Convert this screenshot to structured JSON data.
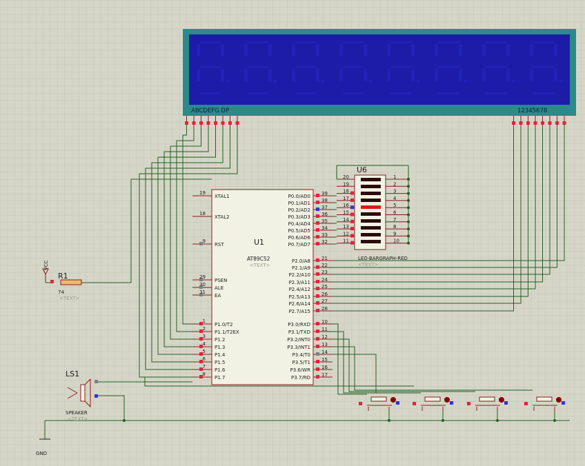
{
  "display": {
    "segment_label": "ABCDEFG  DP",
    "digit_label": "12345678",
    "digit_count": 8
  },
  "mcu": {
    "designator": "U1",
    "part": "AT89C52",
    "text_placeholder": "<TEXT>",
    "left_pins": [
      {
        "num": "19",
        "name": "XTAL1"
      },
      {
        "num": "18",
        "name": "XTAL2"
      },
      {
        "num": "9",
        "name": "RST"
      },
      {
        "num": "29",
        "name": "PSEN"
      },
      {
        "num": "30",
        "name": "ALE"
      },
      {
        "num": "31",
        "name": "EA"
      },
      {
        "num": "1",
        "name": "P1.0/T2"
      },
      {
        "num": "2",
        "name": "P1.1/T2EX"
      },
      {
        "num": "3",
        "name": "P1.2"
      },
      {
        "num": "4",
        "name": "P1.3"
      },
      {
        "num": "5",
        "name": "P1.4"
      },
      {
        "num": "6",
        "name": "P1.5"
      },
      {
        "num": "7",
        "name": "P1.6"
      },
      {
        "num": "8",
        "name": "P1.7"
      }
    ],
    "right_pins": [
      {
        "num": "39",
        "name": "P0.0/AD0"
      },
      {
        "num": "38",
        "name": "P0.1/AD1"
      },
      {
        "num": "37",
        "name": "P0.2/AD2"
      },
      {
        "num": "36",
        "name": "P0.3/AD3"
      },
      {
        "num": "35",
        "name": "P0.4/AD4"
      },
      {
        "num": "34",
        "name": "P0.5/AD5"
      },
      {
        "num": "33",
        "name": "P0.6/AD6"
      },
      {
        "num": "32",
        "name": "P0.7/AD7"
      },
      {
        "num": "21",
        "name": "P2.0/A8"
      },
      {
        "num": "22",
        "name": "P2.1/A9"
      },
      {
        "num": "23",
        "name": "P2.2/A10"
      },
      {
        "num": "24",
        "name": "P2.3/A11"
      },
      {
        "num": "25",
        "name": "P2.4/A12"
      },
      {
        "num": "26",
        "name": "P2.5/A13"
      },
      {
        "num": "27",
        "name": "P2.6/A14"
      },
      {
        "num": "28",
        "name": "P2.7/A15"
      },
      {
        "num": "10",
        "name": "P3.0/RXD"
      },
      {
        "num": "11",
        "name": "P3.1/TXD"
      },
      {
        "num": "12",
        "name": "P3.2/INT0"
      },
      {
        "num": "13",
        "name": "P3.3/INT1"
      },
      {
        "num": "14",
        "name": "P3.4/T0"
      },
      {
        "num": "15",
        "name": "P3.5/T1"
      },
      {
        "num": "16",
        "name": "P3.6/WR"
      },
      {
        "num": "17",
        "name": "P3.7/RD"
      }
    ]
  },
  "bargraph": {
    "designator": "U6",
    "part": "LED-BARGRAPH-RED",
    "text_placeholder": "<TEXT>",
    "left_pins": [
      "20",
      "19",
      "18",
      "17",
      "16",
      "15",
      "14",
      "13",
      "12",
      "11"
    ],
    "right_pins": [
      "1",
      "2",
      "3",
      "4",
      "5",
      "6",
      "7",
      "8",
      "9",
      "10"
    ],
    "lit_segment_index": 4
  },
  "resistor": {
    "designator": "R1",
    "value": "74",
    "text_placeholder": "<TEXT>"
  },
  "vcc_label": "VCC",
  "speaker": {
    "designator": "LS1",
    "part": "SPEAKER",
    "text_placeholder": "<TEXT>"
  },
  "gnd_label": "GND",
  "button_count": 4,
  "colors": {
    "background": "#d6d6c8",
    "grid": "#c4c4b4",
    "wire": "#1f5f1f",
    "component_outline": "#8b1a1a",
    "component_fill": "#f2f2e4",
    "display_frame": "#2c8a8a",
    "display_panel": "#1c1ca8",
    "segment_off": "#2222b8",
    "pin_red": "#e8203c",
    "pin_blue": "#3030e0",
    "pin_gray": "#808080",
    "label_text": "#1a1a1a",
    "placeholder_text": "#9a9a8a"
  }
}
